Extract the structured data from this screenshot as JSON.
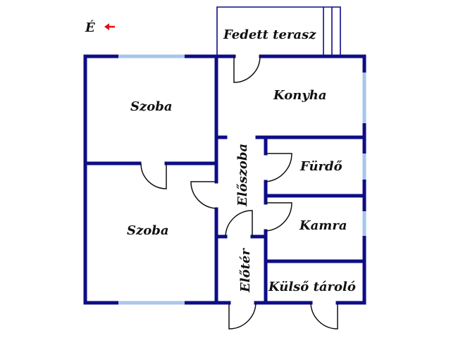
{
  "compass": {
    "label": "É",
    "arrow_icon": "arrow-left-icon",
    "arrow_color": "#e01010"
  },
  "rooms": {
    "terrace": "Fedett terasz",
    "room_top": "Szoba",
    "kitchen": "Konyha",
    "bathroom": "Fürdő",
    "hall": "Előszoba",
    "room_bottom": "Szoba",
    "pantry": "Kamra",
    "vestibule": "Előtér",
    "storage": "Külső tároló"
  },
  "colors": {
    "wall": "#0d0d86",
    "window": "#a8c6e8"
  }
}
